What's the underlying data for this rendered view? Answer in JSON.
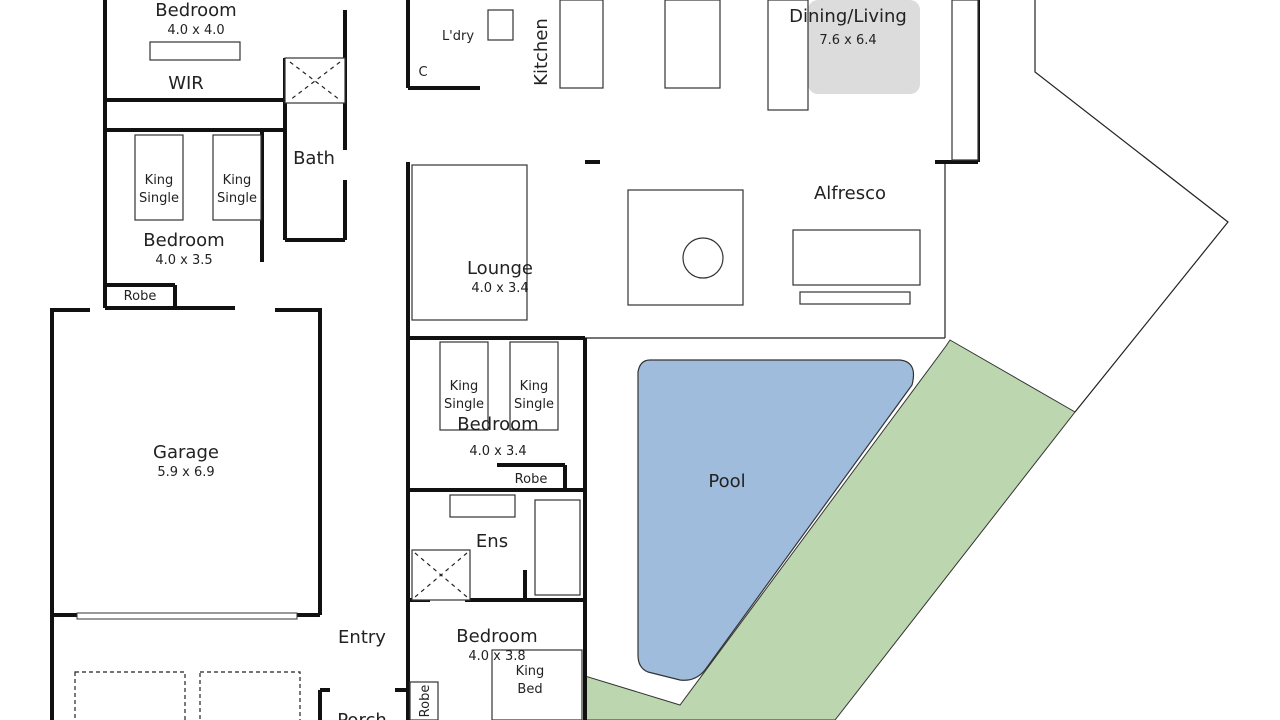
{
  "colors": {
    "pool": "#a0bcdc",
    "lawn": "#bcd7b0",
    "rug": "#dcdcdc",
    "wall": "#111111"
  },
  "rooms": {
    "bedroom1": {
      "name": "Bedroom",
      "size": "4.0 x 4.0"
    },
    "wir": {
      "name": "WIR"
    },
    "laundry": {
      "name": "L'dry"
    },
    "cupboard": {
      "name": "C"
    },
    "kitchen": {
      "name": "Kitchen"
    },
    "dining": {
      "name": "Dining/Living",
      "size": "7.6 x 6.4"
    },
    "bath": {
      "name": "Bath"
    },
    "bedroom2": {
      "name": "Bedroom",
      "size": "4.0 x 3.5",
      "bed1": [
        "King",
        "Single"
      ],
      "bed2": [
        "King",
        "Single"
      ]
    },
    "robe2": {
      "name": "Robe"
    },
    "lounge": {
      "name": "Lounge",
      "size": "4.0 x 3.4"
    },
    "alfresco": {
      "name": "Alfresco"
    },
    "garage": {
      "name": "Garage",
      "size": "5.9 x 6.9"
    },
    "bedroom3": {
      "name": "Bedroom",
      "size": "4.0 x 3.4",
      "bed1": [
        "King",
        "Single"
      ],
      "bed2": [
        "King",
        "Single"
      ]
    },
    "robe3": {
      "name": "Robe"
    },
    "pool": {
      "name": "Pool"
    },
    "ens": {
      "name": "Ens"
    },
    "entry": {
      "name": "Entry"
    },
    "bedroom4": {
      "name": "Bedroom",
      "size": "4.0 x 3.8",
      "bed": [
        "King",
        "Bed"
      ]
    },
    "porch": {
      "name": "Porch"
    },
    "robe4": {
      "name": "Robe"
    }
  }
}
